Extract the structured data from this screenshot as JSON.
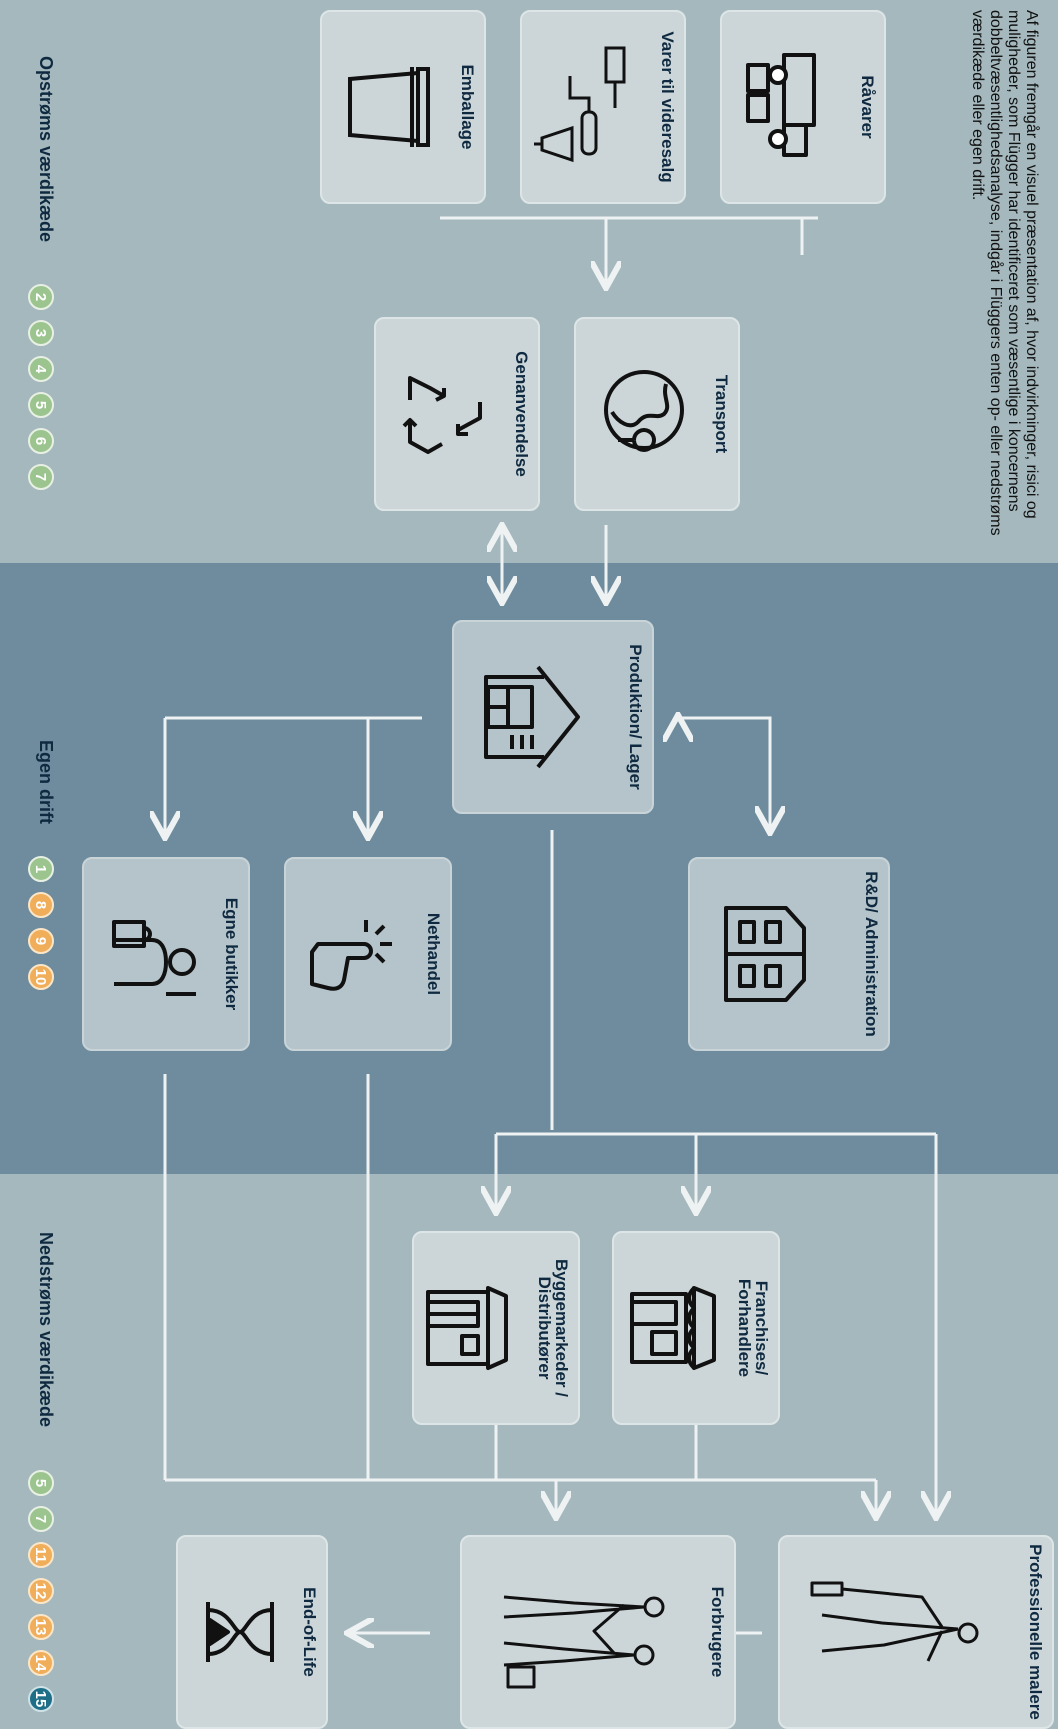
{
  "intro_text": "Af figuren fremgår en visuel præsentation af, hvor indvirkninger, risici og muligheder, som Flügger har identificeret som væsentlige i koncernens dobbeltvæsentlighedsanalyse, indgår i Flüggers enten op- eller nedstrøms værdikæde eller egen drift.",
  "sections": {
    "upstream": {
      "title": "Opstrøms værdikæde",
      "numbers": [
        "2",
        "3",
        "4",
        "5",
        "6",
        "7"
      ],
      "colors": [
        "green",
        "green",
        "green",
        "green",
        "green",
        "green"
      ]
    },
    "own": {
      "title": "Egen drift",
      "numbers": [
        "1",
        "8",
        "9",
        "10"
      ],
      "colors": [
        "green",
        "orange",
        "orange",
        "orange"
      ]
    },
    "downstream": {
      "title": "Nedstrøms værdikæde",
      "numbers": [
        "5",
        "7",
        "11",
        "12",
        "13",
        "14",
        "15"
      ],
      "colors": [
        "green",
        "green",
        "orange",
        "orange",
        "orange",
        "orange",
        "blue"
      ]
    }
  },
  "boxes": {
    "raavarer": "Råvarer",
    "varer": "Varer til videresalg",
    "emballage": "Emballage",
    "transport": "Transport",
    "genanvendelse": "Genanvendelse",
    "produktion": "Produktion/ Lager",
    "rd": "R&D/ Administration",
    "nethandel": "Nethandel",
    "egne": "Egne butikker",
    "franchises": "Franchises/ Forhandlere",
    "bygge": "Byggemarkeder / Distributører",
    "prof": "Professionelle malere",
    "forbrugere": "Forbrugere",
    "eol": "End-of-Life"
  },
  "icons": {
    "raavarer": "truck-icon",
    "varer": "paint-tools-icon",
    "emballage": "paint-bucket-icon",
    "transport": "globe-pin-icon",
    "genanvendelse": "recycle-icon",
    "produktion": "warehouse-icon",
    "rd": "office-building-icon",
    "nethandel": "hand-click-icon",
    "egne": "shop-assistant-icon",
    "franchises": "storefront-icon",
    "bygge": "store-icon",
    "prof": "painter-icon",
    "forbrugere": "family-icon",
    "eol": "hourglass-icon"
  },
  "colors": {
    "upstream_bg": "#a4b8bd",
    "own_bg": "#6e8c9d",
    "box_fill": "#ccd6d9",
    "text": "#0f2a40",
    "green": "#9cc48e",
    "orange": "#f0ad5a",
    "blue": "#1d6e86",
    "arrow": "#eef2f3"
  }
}
